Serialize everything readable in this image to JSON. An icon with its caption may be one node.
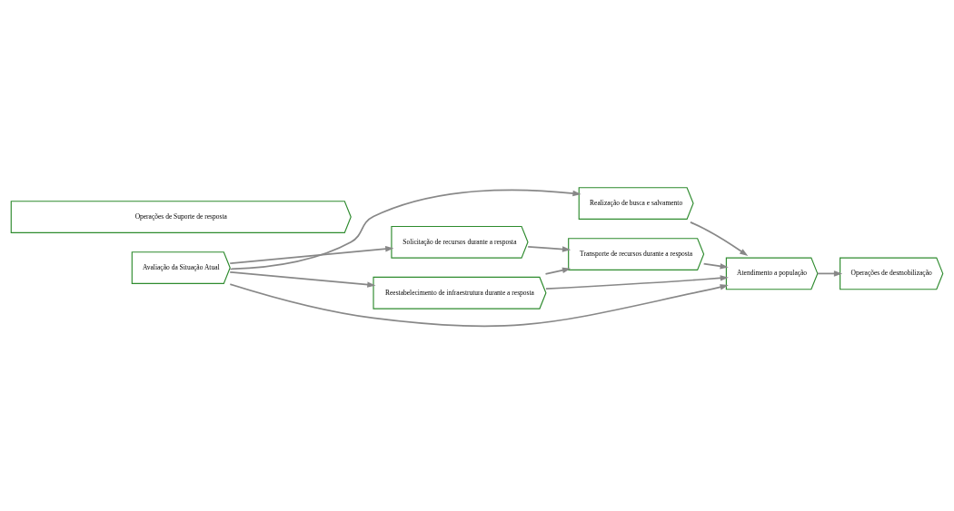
{
  "diagram": {
    "nodes": [
      {
        "text": [
          "Avaliação da Situação Atual"
        ]
      },
      {
        "text": [
          "Realização de busca e salvamento"
        ]
      },
      {
        "text": [
          "Reestabelecimento de infraestrutura durante a resposta"
        ]
      },
      {
        "text": [
          "Solicitação de recursos durante a resposta"
        ]
      },
      {
        "text": [
          "Transporte de recursos durante a resposta"
        ]
      },
      {
        "text": [
          "Atendimento a população"
        ]
      },
      {
        "text": [
          "Operações de desmobilização"
        ]
      },
      {
        "text": [
          "Operações de Suporte de resposta"
        ]
      }
    ],
    "edges": [
      {
        "from": 0,
        "to": 5,
        "arrow": "to"
      },
      {
        "from": 0,
        "to": 1,
        "arrow": "to"
      },
      {
        "from": 0,
        "to": 2,
        "arrow": "to"
      },
      {
        "from": 0,
        "to": 3,
        "arrow": "to"
      },
      {
        "from": 1,
        "to": 5,
        "arrow": "to"
      },
      {
        "from": 2,
        "to": 5,
        "arrow": "to"
      },
      {
        "from": 2,
        "to": 4,
        "arrow": "to"
      },
      {
        "from": 3,
        "to": 4,
        "arrow": "to"
      },
      {
        "from": 4,
        "to": 5,
        "arrow": "to"
      },
      {
        "from": 5,
        "to": 6,
        "arrow": "to"
      }
    ]
  }
}
